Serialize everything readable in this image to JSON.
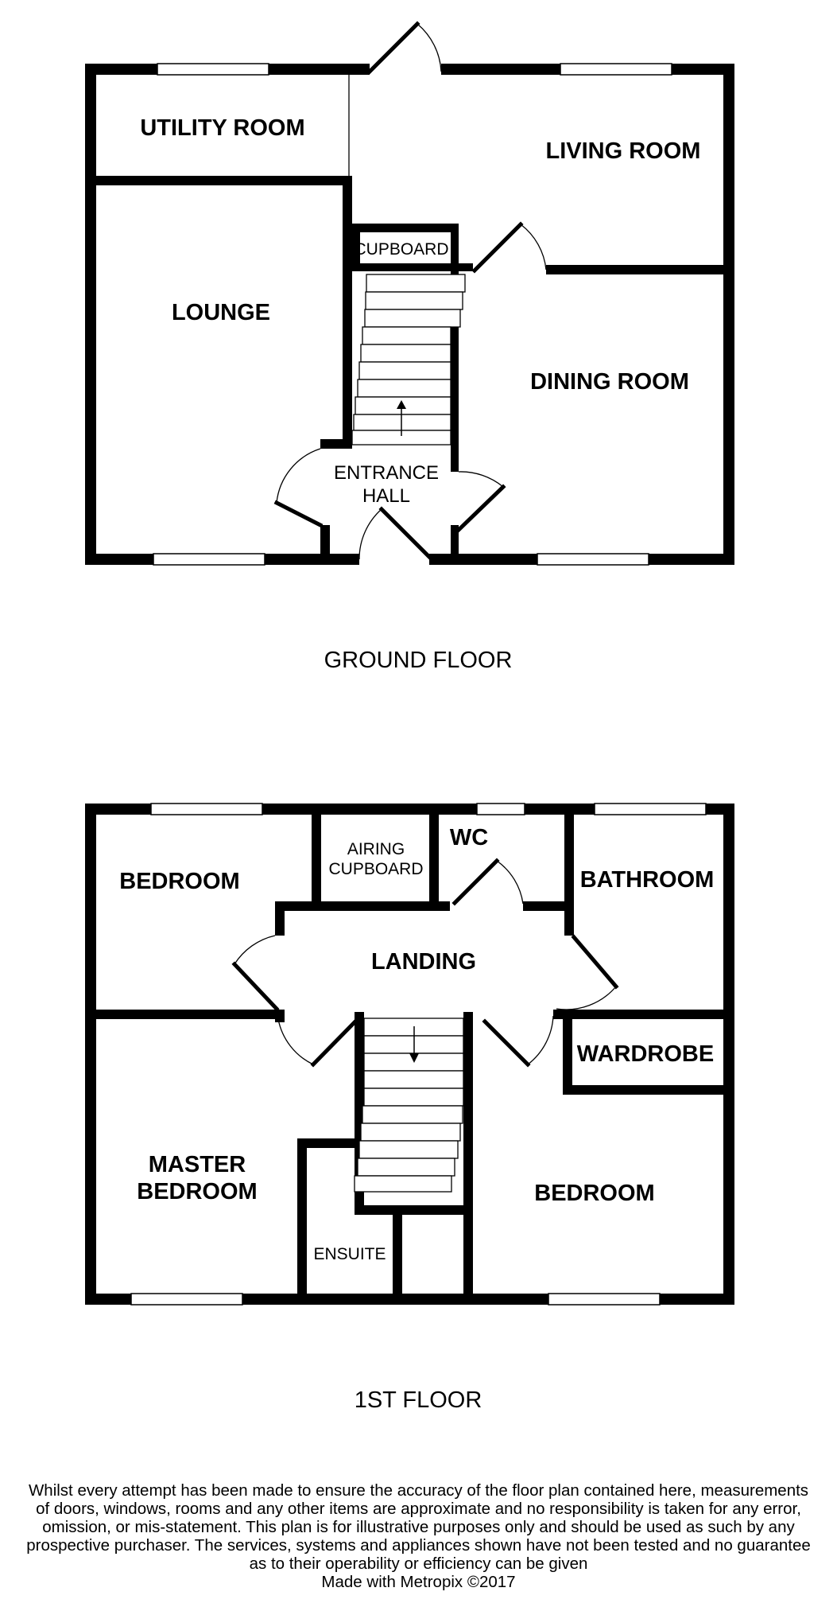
{
  "ground_floor": {
    "title": "GROUND FLOOR",
    "rooms": {
      "utility_room": "UTILITY ROOM",
      "living_room": "LIVING ROOM",
      "cupboard": "CUPBOARD",
      "lounge": "LOUNGE",
      "dining_room": "DINING ROOM",
      "entrance_hall_line1": "ENTRANCE",
      "entrance_hall_line2": "HALL"
    }
  },
  "first_floor": {
    "title": "1ST FLOOR",
    "rooms": {
      "bedroom_front_left": "BEDROOM",
      "airing_cupboard_line1": "AIRING",
      "airing_cupboard_line2": "CUPBOARD",
      "wc": "WC",
      "bathroom": "BATHROOM",
      "landing": "LANDING",
      "wardrobe": "WARDROBE",
      "master_bedroom_line1": "MASTER",
      "master_bedroom_line2": "BEDROOM",
      "ensuite": "ENSUITE",
      "bedroom_rear_right": "BEDROOM"
    }
  },
  "disclaimer": {
    "lines": [
      "Whilst every attempt has been made to ensure the accuracy of the floor plan contained here, measurements",
      "of doors, windows, rooms and any other items are approximate and no responsibility is taken for any error,",
      "omission, or mis-statement. This plan is for illustrative purposes only and should be used as such by any",
      "prospective purchaser. The services, systems and appliances shown have not been tested and no guarantee",
      "as to their operability or efficiency can be given"
    ],
    "credit": "Made with Metropix ©2017"
  }
}
